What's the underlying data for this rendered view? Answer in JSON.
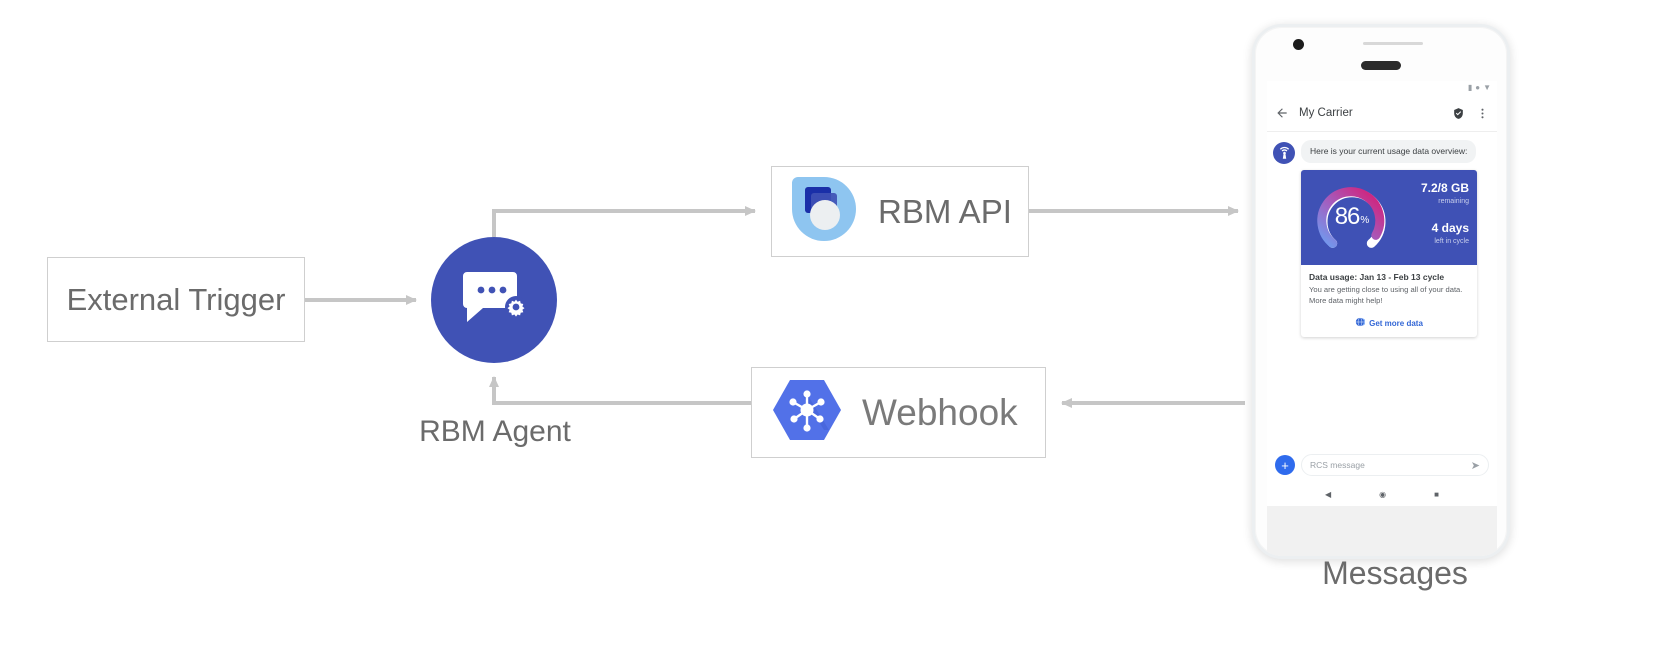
{
  "diagram": {
    "nodes": {
      "external_trigger": {
        "label": "External Trigger"
      },
      "rbm_agent": {
        "label": "RBM Agent",
        "icon": "chat-gear-icon"
      },
      "rbm_api": {
        "label": "RBM API",
        "icon": "rbm-api-logo-icon"
      },
      "webhook": {
        "label": "Webhook",
        "icon": "cloud-pubsub-hexagon-icon"
      },
      "messages": {
        "label": "Messages"
      }
    },
    "colors": {
      "agent_circle": "#4052b5",
      "arrow": "#c6c6c6",
      "box_border": "#cfcfcf",
      "label_text": "#6b6b6b"
    }
  },
  "phone": {
    "statusbar": {
      "icons": [
        "signal-icon",
        "wifi-icon",
        "battery-icon"
      ]
    },
    "appbar": {
      "back_icon": "back-arrow-icon",
      "title": "My Carrier",
      "verified_icon": "verified-shield-icon",
      "overflow_icon": "more-vert-icon"
    },
    "thread": {
      "avatar_icon": "carrier-antenna-icon",
      "message_text": "Here is your current usage data overview:"
    },
    "card": {
      "gauge": {
        "value": "86",
        "percent_symbol": "%",
        "fraction": 0.86,
        "track_color": "#ffffff",
        "gradient_from": "#6f9cf0",
        "gradient_mid": "#a35fc0",
        "gradient_to": "#d81b73"
      },
      "hero_bg": "#3f51b5",
      "stat_primary_value": "7.2/8 GB",
      "stat_primary_label": "remaining",
      "stat_secondary_value": "4 days",
      "stat_secondary_label": "left in cycle",
      "title": "Data usage: Jan 13 - Feb 13 cycle",
      "description": "You are getting close to using all of your data. More data might help!",
      "action_icon": "globe-icon",
      "action_label": "Get more data",
      "action_color": "#3367d6"
    },
    "composer": {
      "plus_icon": "plus-icon",
      "placeholder": "RCS message",
      "send_icon": "send-icon"
    },
    "navbar": {
      "back_icon": "nav-back-triangle-icon",
      "home_icon": "nav-home-circle-icon",
      "recents_icon": "nav-recents-square-icon"
    }
  }
}
